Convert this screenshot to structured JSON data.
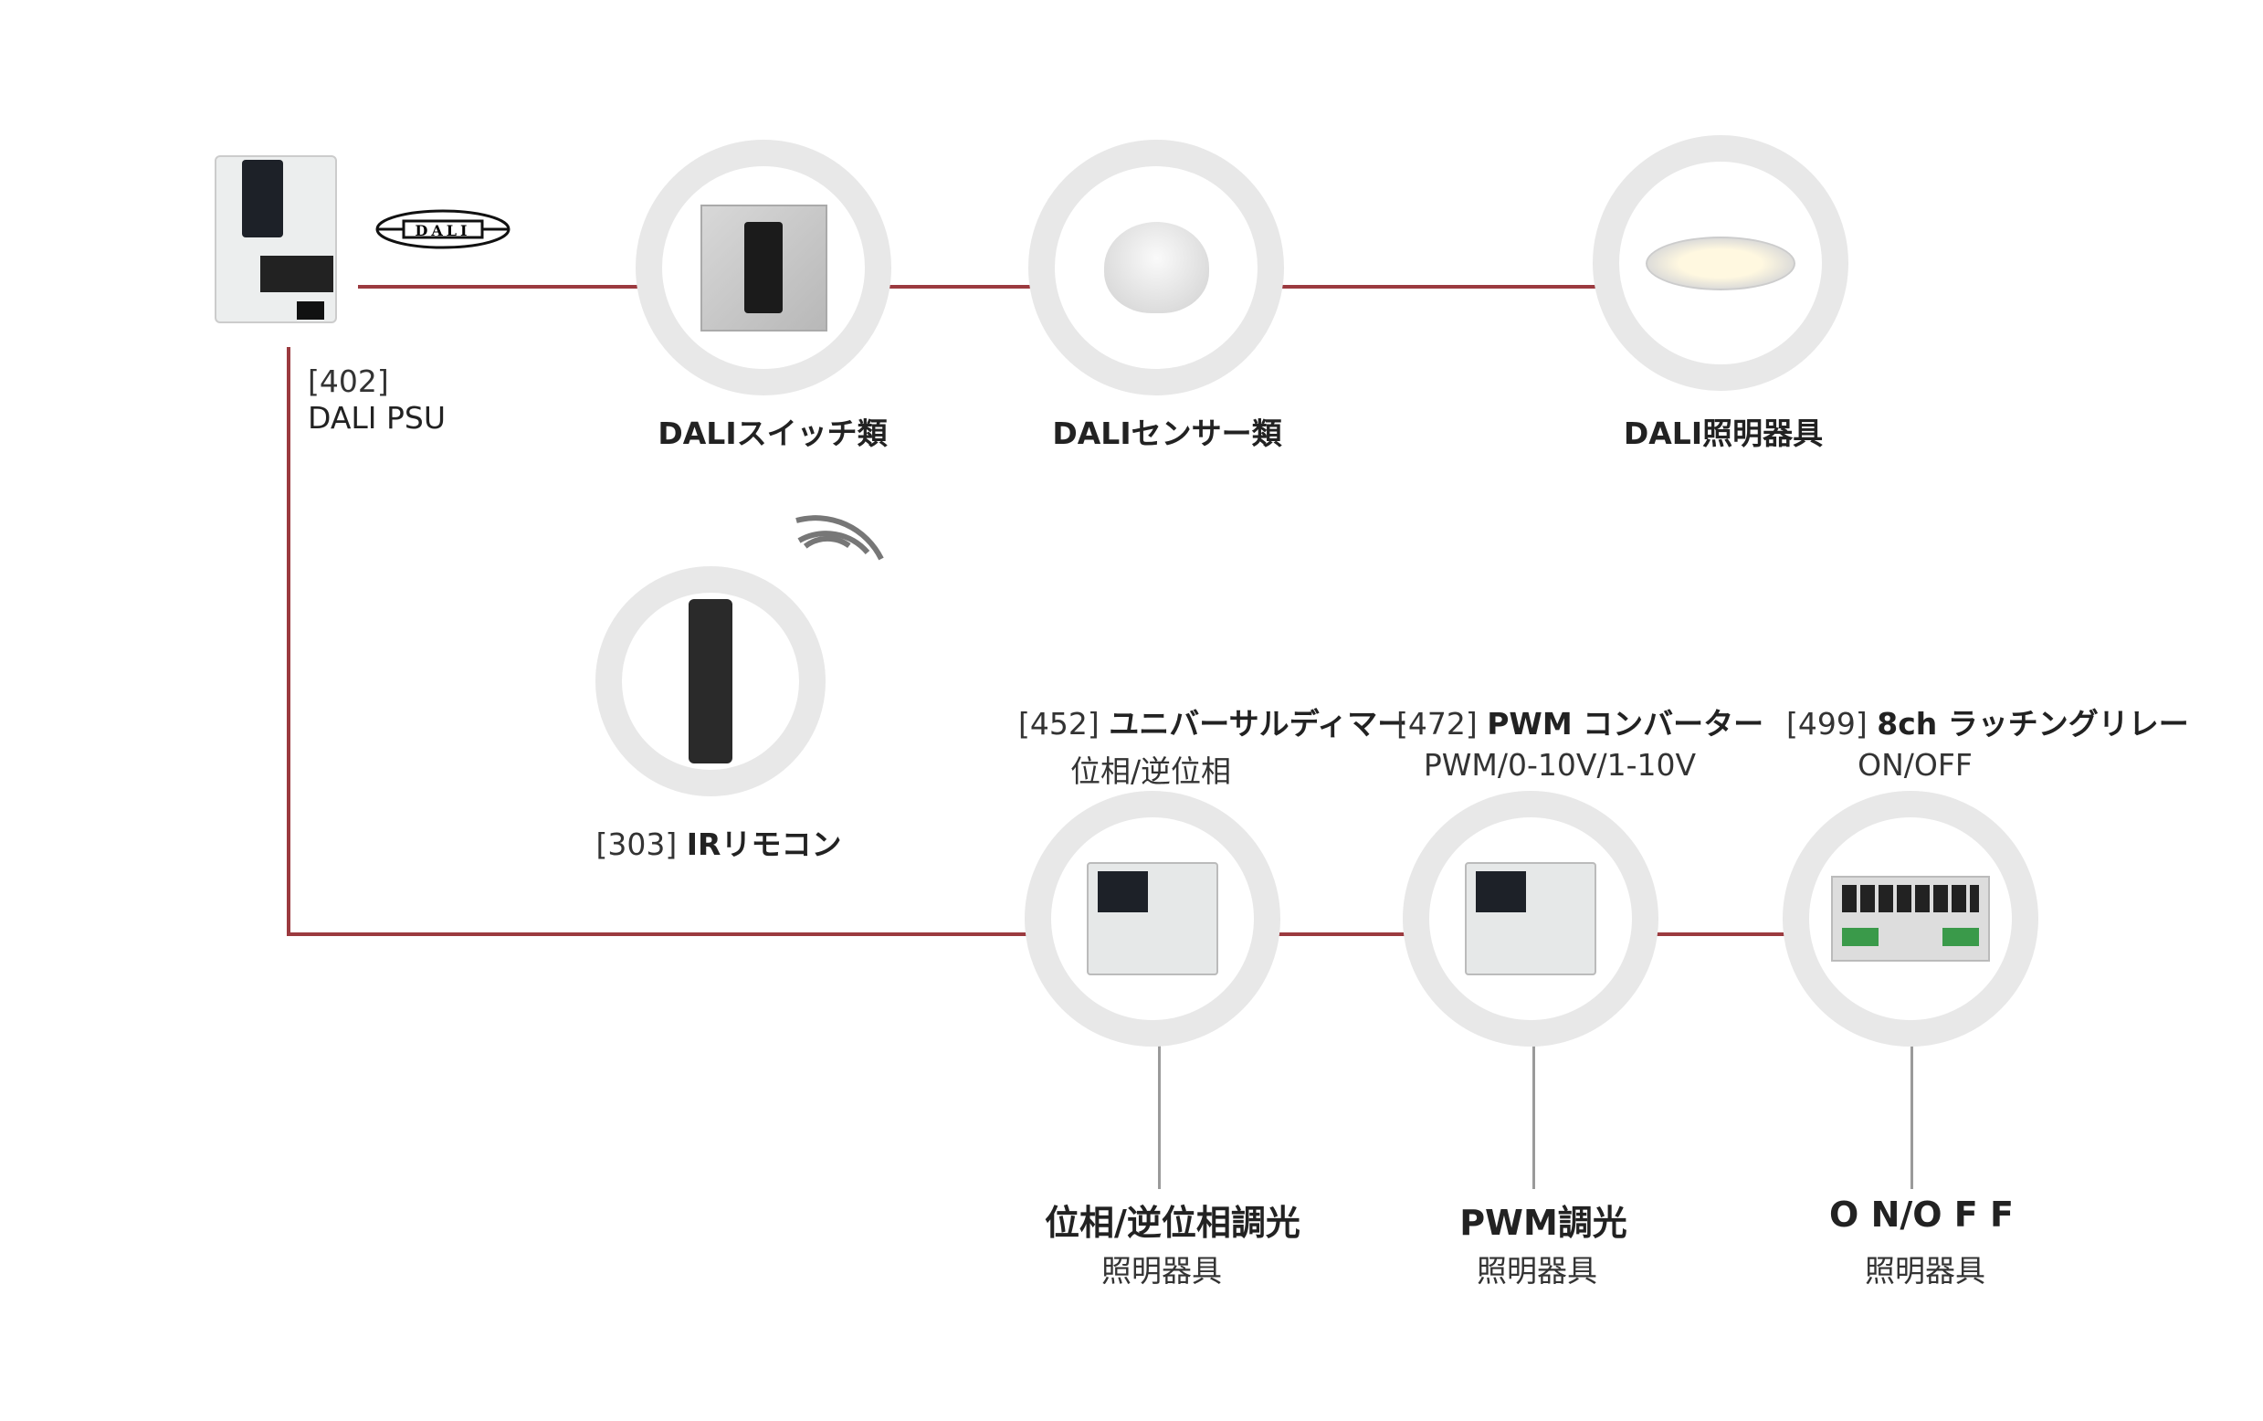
{
  "psu": {
    "code": "[402]",
    "name": "DALI PSU",
    "logo": "DALI"
  },
  "top_devices": [
    {
      "label": "DALIスイッチ類"
    },
    {
      "label": "DALIセンサー類"
    },
    {
      "label": "DALI照明器具"
    }
  ],
  "ir": {
    "code": "[303]",
    "name": "IRリモコン"
  },
  "modules": [
    {
      "code": "[452]",
      "name": "ユニバーサルディマー",
      "sub": "位相/逆位相",
      "out_title": "位相/逆位相調光",
      "out_sub": "照明器具"
    },
    {
      "code": "[472]",
      "name": "PWM コンバーター",
      "sub": "PWM/0-10V/1-10V",
      "out_title": "PWM調光",
      "out_sub": "照明器具"
    },
    {
      "code": "[499]",
      "name": "8ch ラッチングリレー",
      "sub": "ON/OFF",
      "out_title": "O N/O F F",
      "out_sub": "照明器具"
    }
  ],
  "colors": {
    "dali_line": "#9b3a3f",
    "ring": "#e8e8e8",
    "output_line": "#9a9a9a"
  }
}
